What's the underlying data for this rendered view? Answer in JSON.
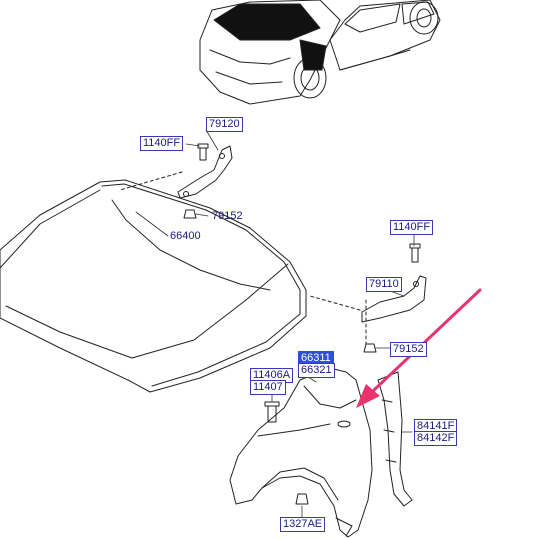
{
  "parts": {
    "hinge_left_no": "79120",
    "bolt_left_no": "1140FF",
    "nut_left_no": "79152",
    "hood_no": "66400",
    "bolt_right_no": "1140FF",
    "hinge_right_no": "79110",
    "nut_right_no": "79152",
    "fender_lh_no": "66311",
    "fender_rh_no": "66321",
    "bolt_fender_a_no": "11406A",
    "bolt_fender_b_no": "11407",
    "guard_lh_no": "84141F",
    "guard_rh_no": "84142F",
    "clip_no": "1327AE"
  },
  "colors": {
    "line": "#222222",
    "label_border": "#3a3ab0",
    "label_text": "#1a1a80",
    "selected_fill": "#2f4fd8",
    "arrow": "#e8336f"
  }
}
